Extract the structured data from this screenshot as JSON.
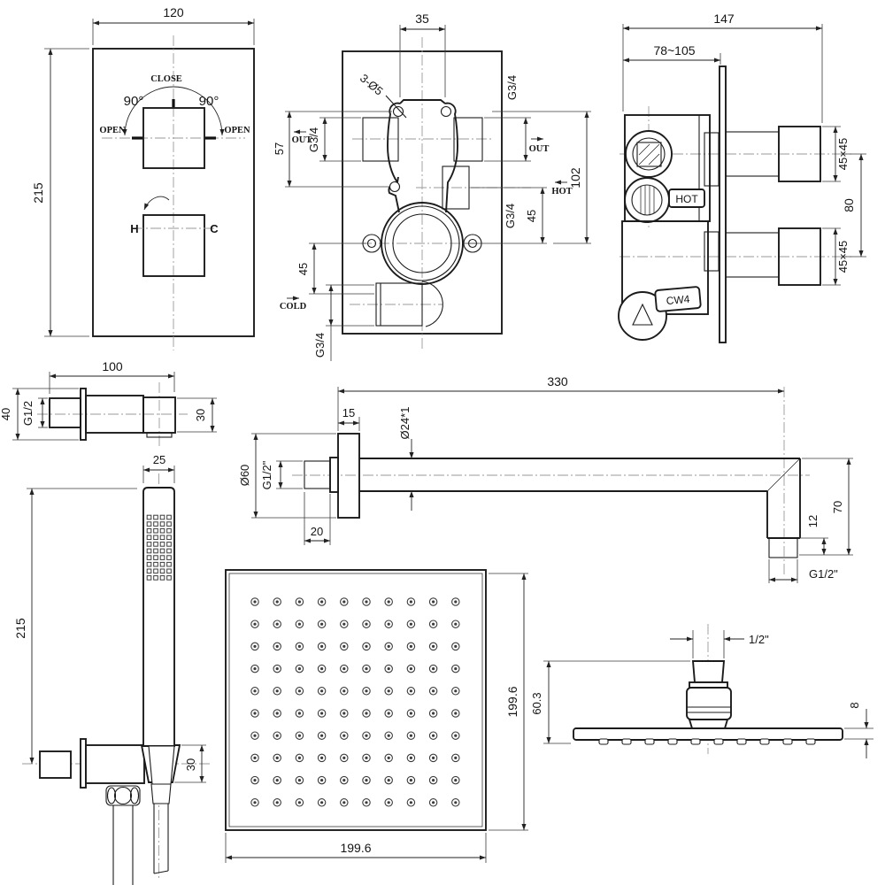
{
  "views": {
    "valve_front": {
      "width": "120",
      "height": "215",
      "close": "CLOSE",
      "deg_left": "90°",
      "deg_right": "90°",
      "open_left": "OPEN",
      "open_right": "OPEN",
      "hot": "H",
      "cold": "C"
    },
    "valve_internal": {
      "top_width": "35",
      "holes": "3-Ø5",
      "thread_top": "G3/4",
      "dim_57": "57",
      "out_left": "OUT",
      "thread_left": "G3/4",
      "out_right": "OUT",
      "hot": "HOT",
      "dim_45_right": "45",
      "thread_right": "G3/4",
      "dim_102": "102",
      "dim_45_left": "45",
      "cold": "COLD",
      "thread_bottom": "G3/4"
    },
    "valve_side": {
      "width": "147",
      "depth_range": "78~105",
      "hot": "HOT",
      "cw": "CW4",
      "handle_top": "45×45",
      "handle_bottom": "45×45",
      "spacing": "80"
    },
    "wall_outlet": {
      "length": "100",
      "height": "40",
      "thread": "G1/2",
      "drop": "30"
    },
    "shower_arm": {
      "length": "330",
      "flange": "15",
      "tube": "Ø24*1",
      "flange_dia": "Ø60",
      "thread_wall": "G1/2\"",
      "thread_wall_len": "20",
      "drop": "70",
      "thread_end_len": "12",
      "thread_end": "G1/2\""
    },
    "hand_shower": {
      "width": "25",
      "length": "215",
      "bracket": "30"
    },
    "head_face": {
      "width": "199.6",
      "height": "199.6"
    },
    "head_side": {
      "thread": "1/2\"",
      "height": "60.3",
      "thickness": "8"
    }
  }
}
